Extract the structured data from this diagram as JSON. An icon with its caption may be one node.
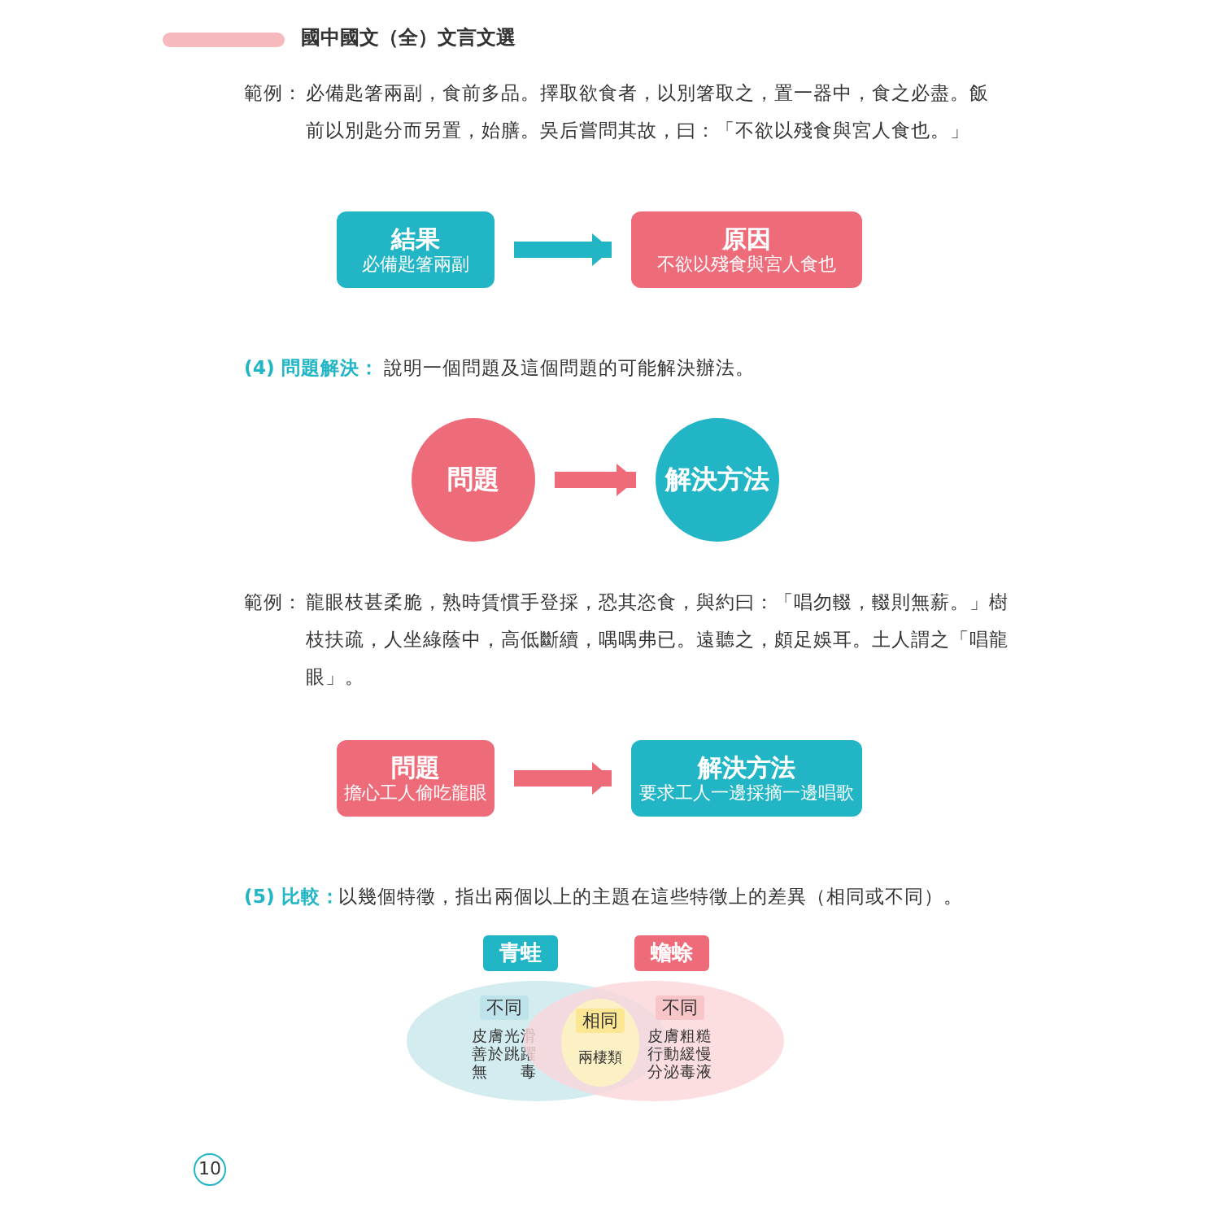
{
  "diagram": {
    "nodes": [
      {
        "text": [
          "結果",
          "必備匙箸兩副"
        ]
      },
      {
        "text": [
          "原因",
          "不欲以殘食與宮人食也"
        ]
      },
      {
        "text": [
          "問題"
        ]
      },
      {
        "text": [
          "解決方法"
        ]
      },
      {
        "text": [
          "問題",
          "擔心工人偷吃龍眼"
        ]
      },
      {
        "text": [
          "解決方法",
          "要求工人一邊採摘一邊唱歌"
        ]
      },
      {
        "text": [
          "青蛙"
        ]
      },
      {
        "text": [
          "蟾蜍"
        ]
      },
      {
        "text": [
          "不同",
          "皮膚光滑善於跳躍無毒"
        ]
      },
      {
        "text": [
          "不同",
          "皮膚粗糙行動緩慢分泌毒液"
        ]
      },
      {
        "text": [
          "相同",
          "兩棲類"
        ]
      }
    ],
    "edges": [
      {
        "from": 0,
        "to": 1,
        "arrow": "to",
        "color": "#22b5c5"
      },
      {
        "from": 2,
        "to": 3,
        "arrow": "to"
      },
      {
        "from": 4,
        "to": 5,
        "arrow": "to"
      }
    ],
    "labels": [
      "國中國文（全）文言文選",
      "範例：",
      "必備匙箸兩副，食前多品。擇取欲食者，以別箸取之，置一器中，食之必盡。飯前以別匙分而另置，始膳。吳后嘗問其故，曰：「不欲以殘食與宮人食也。」",
      "(4) 問題解決：",
      "說明一個問題及這個問題的可能解決辦法。",
      "範例：",
      "龍眼枝甚柔脆，熟時賃慣手登採，恐其恣食，與約曰：「唱勿輟，輟則無薪。」樹枝扶疏，人坐綠蔭中，高低斷續，喁喁弗已。遠聽之，頗足娛耳。土人謂之「唱龍眼」。",
      "(5) 比較：",
      "以幾個特徵，指出兩個以上的主題在這些特徵上的差異（相同或不同）。",
      "10"
    ]
  }
}
